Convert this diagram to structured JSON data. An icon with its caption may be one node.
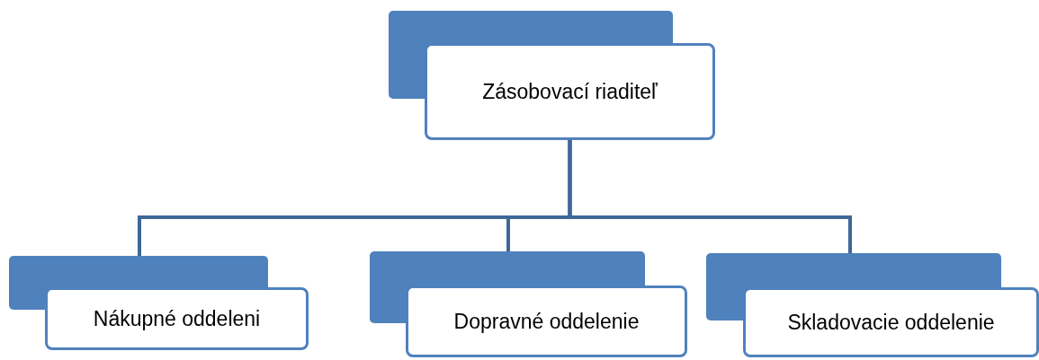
{
  "diagram": {
    "nodes": [
      {
        "text": [
          "Zásobovací riaditeľ"
        ]
      },
      {
        "text": [
          "Nákupné oddeleni"
        ]
      },
      {
        "text": [
          "Dopravné oddelenie"
        ]
      },
      {
        "text": [
          "Skladovacie oddelenie"
        ]
      }
    ],
    "edges": [
      {
        "from": 0,
        "to": 1,
        "arrow": "none"
      },
      {
        "from": 0,
        "to": 2,
        "arrow": "none"
      },
      {
        "from": 0,
        "to": 3,
        "arrow": "none"
      }
    ]
  }
}
